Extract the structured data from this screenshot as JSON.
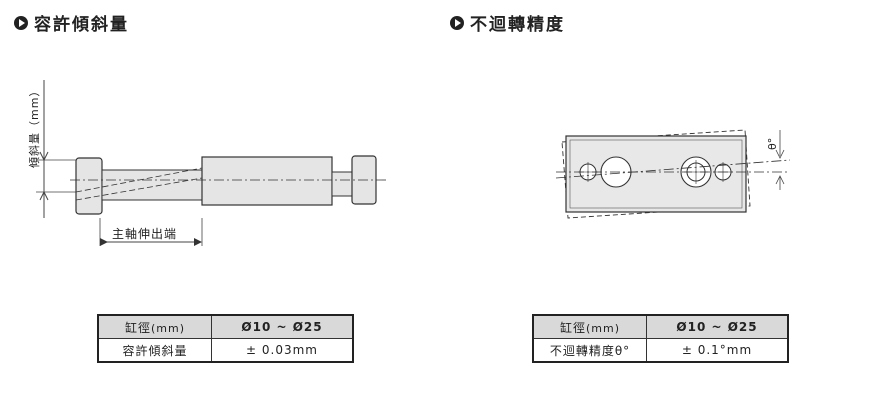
{
  "left": {
    "title": "容許傾斜量",
    "diagram": {
      "vertical_label": "傾斜量（mm）",
      "horizontal_label": "主軸伸出端"
    },
    "table": {
      "header_label": "缸徑",
      "header_unit": "(mm)",
      "header_value": "Ø10 ~ Ø25",
      "row_label": "容許傾斜量",
      "row_value": "± 0.03mm"
    }
  },
  "right": {
    "title": "不迴轉精度",
    "diagram": {
      "angle_label": "θ°"
    },
    "table": {
      "header_label": "缸徑",
      "header_unit": "(mm)",
      "header_value": "Ø10 ~ Ø25",
      "row_label": "不迴轉精度θ°",
      "row_value": "± 0.1°mm"
    }
  }
}
